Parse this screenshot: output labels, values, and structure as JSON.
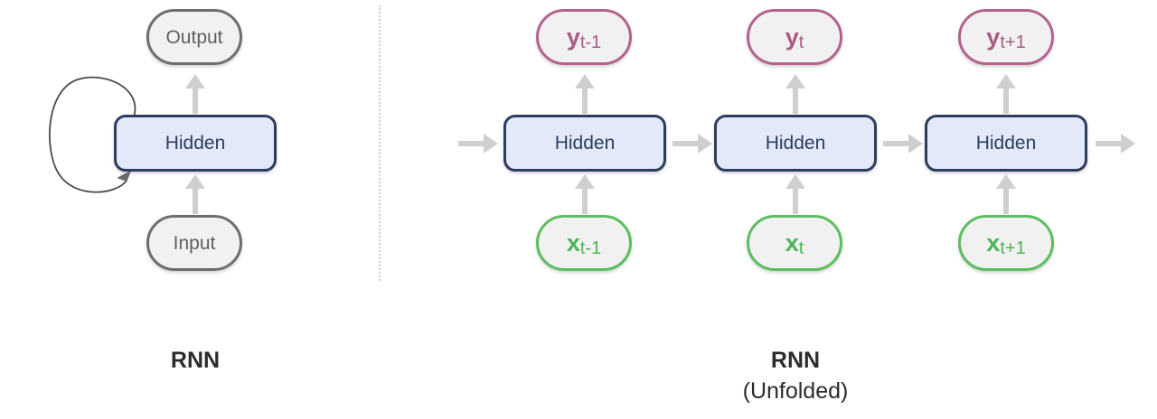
{
  "figure": {
    "background_color": "#ffffff",
    "divider": "vertical-dotted-line"
  },
  "palette": {
    "hidden_border": "#2c3e5d",
    "hidden_fill": "#e4e9fa",
    "hidden_text": "#2c3e5d",
    "neutral_border": "#6e6e6e",
    "neutral_fill": "#f1f1f1",
    "neutral_text": "#5f5f5f",
    "output_pink": "#b2648e",
    "input_green": "#5cbe61",
    "arrow_gray": "#cfcfcf",
    "loop_stroke": "#4a4a4a",
    "caption_text": "#2b2b2b"
  },
  "folded": {
    "caption": "RNN",
    "output_node": {
      "label": "Output",
      "shape": "stadium"
    },
    "hidden_node": {
      "label": "Hidden",
      "shape": "rounded-rect"
    },
    "input_node": {
      "label": "Input",
      "shape": "stadium"
    },
    "recurrent_loop": "self-loop-arrow"
  },
  "unfolded": {
    "caption_line1": "RNN",
    "caption_line2": "(Unfolded)",
    "hidden_label": "Hidden",
    "steps": [
      {
        "output": {
          "var": "y",
          "sub": "t-1"
        },
        "hidden": {
          "label": "Hidden"
        },
        "input": {
          "var": "x",
          "sub": "t-1"
        }
      },
      {
        "output": {
          "var": "y",
          "sub": "t"
        },
        "hidden": {
          "label": "Hidden"
        },
        "input": {
          "var": "x",
          "sub": "t"
        }
      },
      {
        "output": {
          "var": "y",
          "sub": "t+1"
        },
        "hidden": {
          "label": "Hidden"
        },
        "input": {
          "var": "x",
          "sub": "t+1"
        }
      }
    ]
  }
}
